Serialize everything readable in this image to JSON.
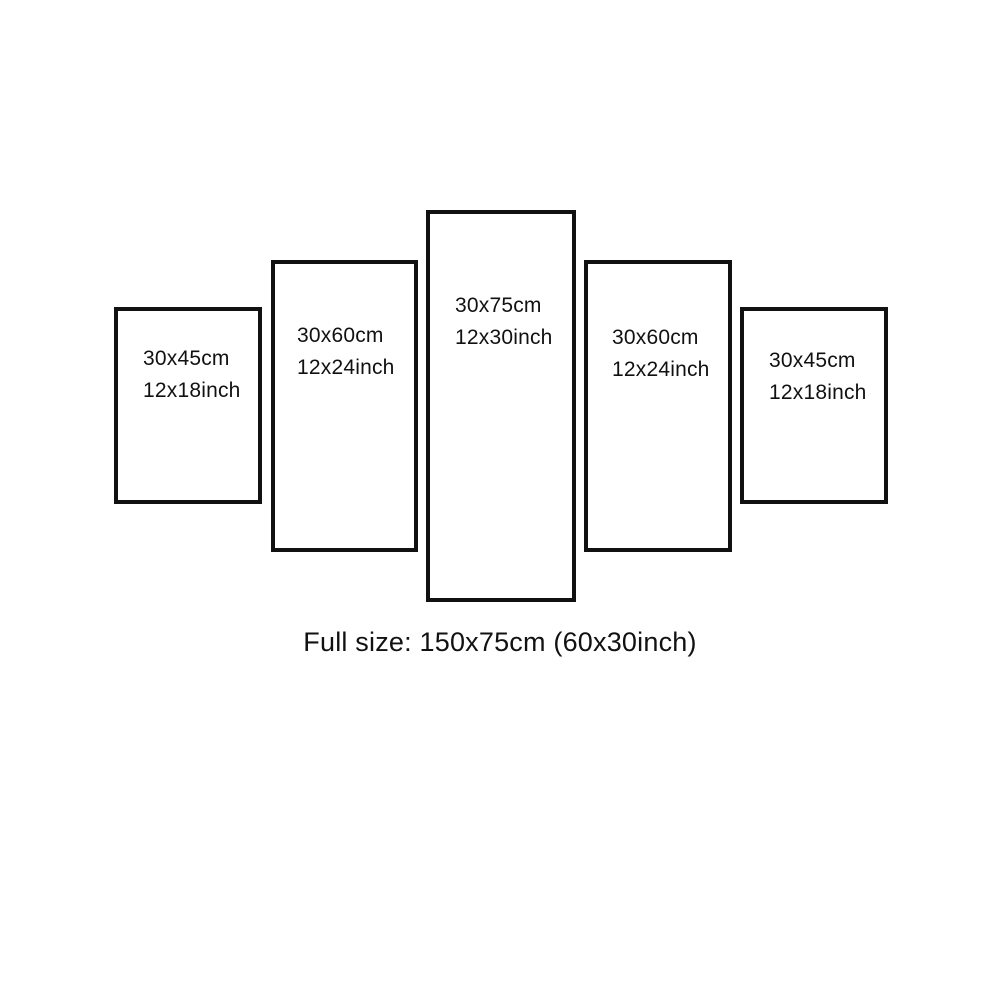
{
  "panels": [
    {
      "cm": "30x45cm",
      "inch": "12x18inch"
    },
    {
      "cm": "30x60cm",
      "inch": "12x24inch"
    },
    {
      "cm": "30x75cm",
      "inch": "12x30inch"
    },
    {
      "cm": "30x60cm",
      "inch": "12x24inch"
    },
    {
      "cm": "30x45cm",
      "inch": "12x18inch"
    }
  ],
  "full_size": "Full size: 150x75cm (60x30inch)",
  "colors": {
    "stroke": "#111111",
    "background": "#ffffff",
    "text": "#111111"
  }
}
